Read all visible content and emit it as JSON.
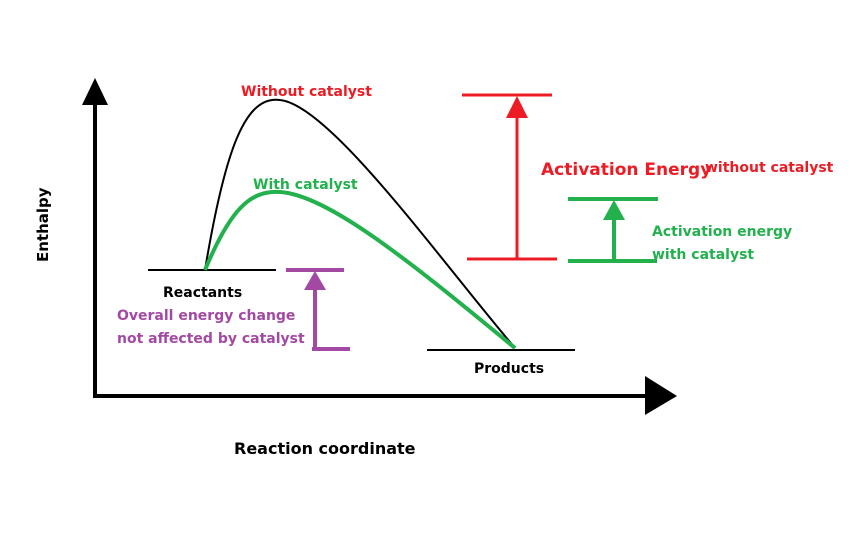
{
  "axes": {
    "y_label": "Enthalpy",
    "x_label": "Reaction coordinate"
  },
  "levels": {
    "reactants": "Reactants",
    "products": "Products"
  },
  "curves": {
    "without_catalyst": "Without catalyst",
    "with_catalyst": "With catalyst"
  },
  "annotations": {
    "ea_without_main": "Activation Energy",
    "ea_without_suffix": "without catalyst",
    "ea_with_line1": "Activation energy",
    "ea_with_line2": "with catalyst",
    "overall_line1": "Overall energy change",
    "overall_line2": "not affected by catalyst"
  },
  "colors": {
    "black": "#000000",
    "red": "#ed1c24",
    "green": "#22b14c",
    "purple": "#a349a4"
  }
}
